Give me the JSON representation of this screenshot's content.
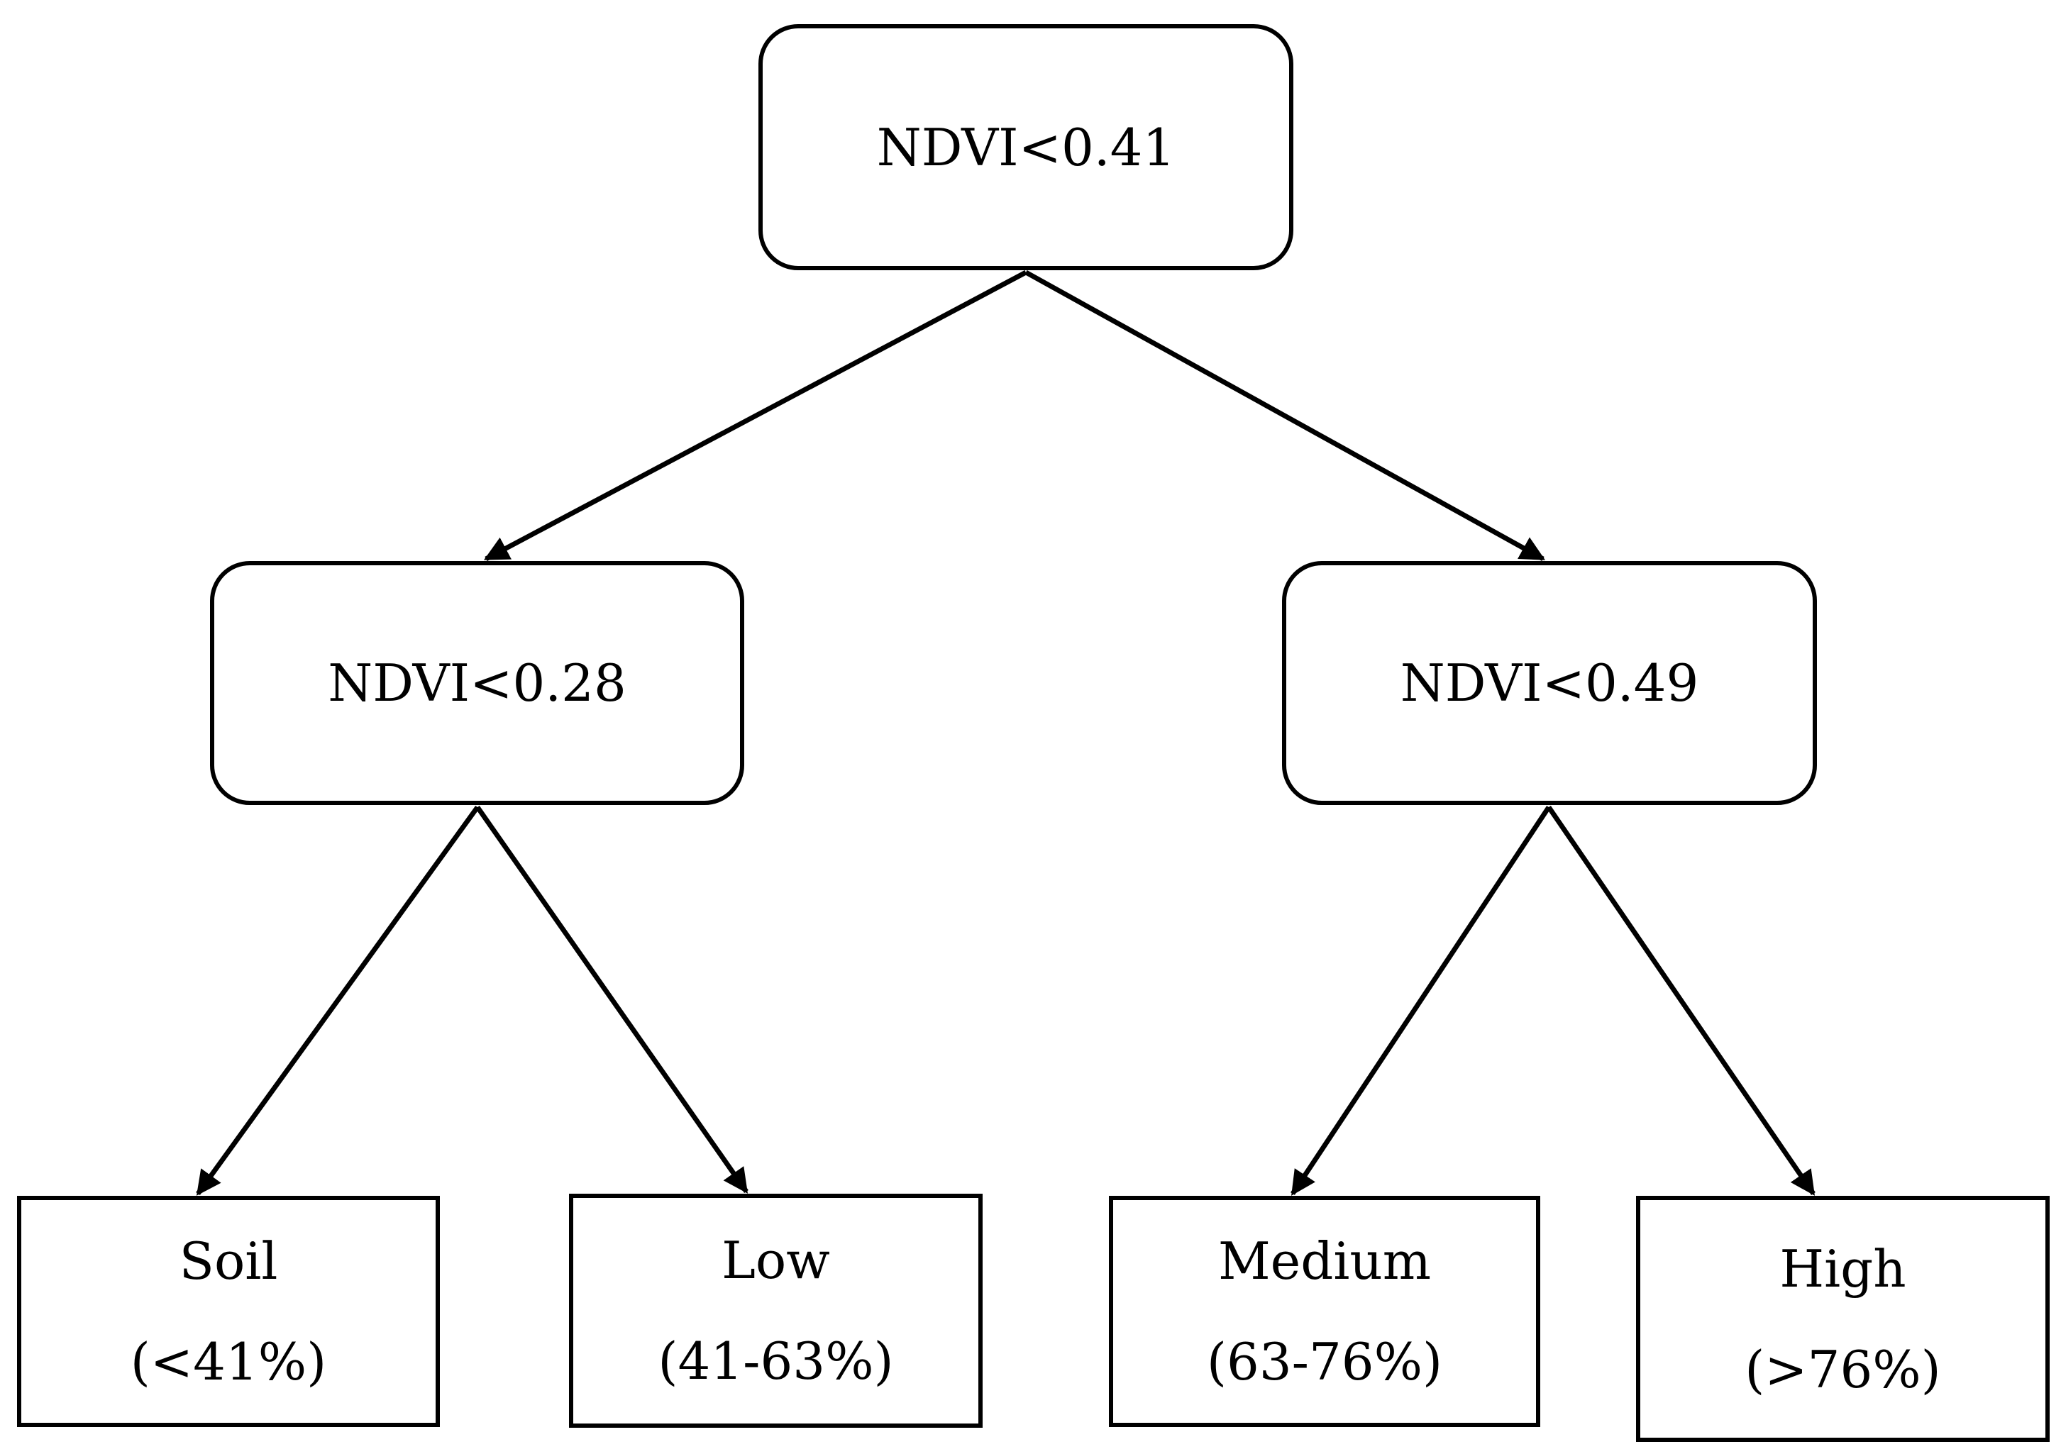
{
  "tree": {
    "root": {
      "label": "NDVI<0.41"
    },
    "left": {
      "label": "NDVI<0.28"
    },
    "right": {
      "label": "NDVI<0.49"
    },
    "leaves": [
      {
        "name": "Soil",
        "range": "(<41%)"
      },
      {
        "name": "Low",
        "range": "(41-63%)"
      },
      {
        "name": "Medium",
        "range": "(63-76%)"
      },
      {
        "name": "High",
        "range": "(>76%)"
      }
    ]
  },
  "colors": {
    "stroke": "#000000",
    "background": "#ffffff"
  }
}
